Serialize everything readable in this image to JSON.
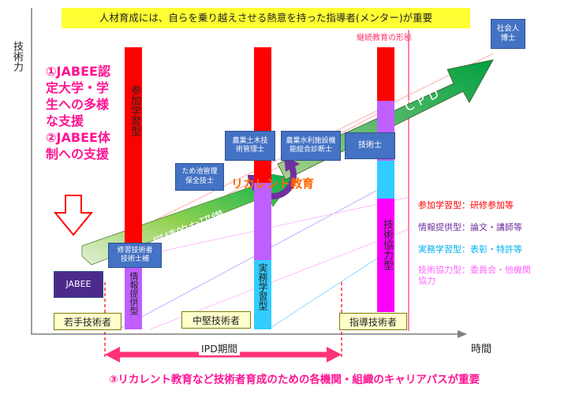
{
  "banner": "人材育成には、自らを乗り越えさせる熱意を持った指導者(メンター)が重要",
  "axis": {
    "y_label": "技術力",
    "x_label": "時間"
  },
  "top_right_box": "社会人\n博士",
  "continuing_edu_label": "継続教育の形態",
  "support_text": [
    "①JABEE認",
    "定大学・学",
    "生への多様",
    "な支援",
    "②JABEE体",
    "制への支援"
  ],
  "boxes": {
    "jabee": "JABEE",
    "shushu": "修習技術者\n技術士補",
    "tameike": "ため池管理\n保全技士",
    "nogyo_doboku": "農業土木技\n術管理士",
    "nogyo_suiri": "農業水利施設機\n能総合診断士",
    "gijutsushi": "技術士"
  },
  "arrows": {
    "cpd": "CPD",
    "keizoku": "継続的な研鑽",
    "recurrent": "リカレント教育"
  },
  "bars": {
    "sanka": "参加学習型",
    "joho": "情報提供型",
    "jitsumu": "実務学習型",
    "gijutsu_kyoryoku": "技術協力型"
  },
  "stages": {
    "young": "若手技術者",
    "mid": "中堅技術者",
    "leader": "指導技術者"
  },
  "legend": [
    {
      "text": "参加学習型：研修参加等",
      "color": "#ff0000"
    },
    {
      "text": "情報提供型：論文・講師等",
      "color": "#7030a0"
    },
    {
      "text": "実務学習型：表彰・特許等",
      "color": "#00b0f0"
    },
    {
      "text": "技術協力型：委員会・他機関協力",
      "color": "#ff66ff"
    }
  ],
  "ipd": "IPD期間",
  "bottom_note": "③リカレント教育など技術者育成のための各機関・組織のキャリアパスが重要",
  "colors": {
    "red": "#ff0000",
    "purple": "#bf5fff",
    "cyan": "#33ccff",
    "magenta": "#ff00ff",
    "green": "#00b050",
    "blue": "#4472c4"
  }
}
